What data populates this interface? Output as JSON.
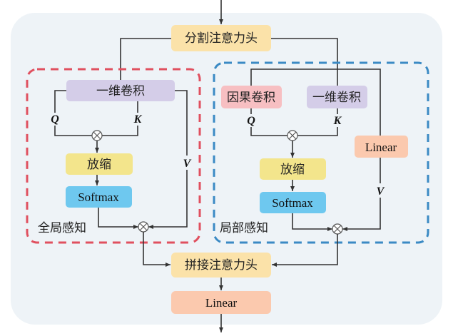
{
  "diagram": {
    "colors": {
      "background": "#eef3f7",
      "split_head": "#fbe2a9",
      "conv1d": "#d4cde8",
      "causal_conv": "#f7bfc2",
      "scale": "#f3e58c",
      "softmax": "#6ec8ef",
      "linear": "#fbc9ae",
      "global_border": "#e0505f",
      "local_border": "#3b8ac4"
    },
    "top": {
      "split_heads": "分割注意力头"
    },
    "global": {
      "label": "全局感知",
      "conv": "一维卷积",
      "q": "Q",
      "k": "K",
      "v": "V",
      "scale": "放缩",
      "softmax": "Softmax"
    },
    "local": {
      "label": "局部感知",
      "causal_conv": "因果卷积",
      "conv": "一维卷积",
      "q": "Q",
      "k": "K",
      "v": "V",
      "scale": "放缩",
      "softmax": "Softmax",
      "linear": "Linear"
    },
    "bottom": {
      "concat_heads": "拼接注意力头",
      "linear": "Linear"
    }
  }
}
